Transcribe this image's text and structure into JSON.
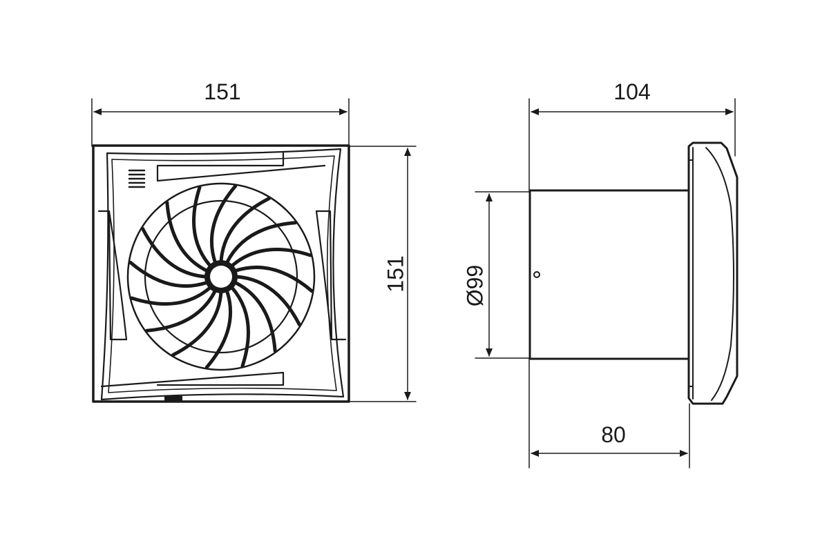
{
  "colors": {
    "ink": "#1a1a1a",
    "background": "#ffffff"
  },
  "front_view": {
    "width_label": "151",
    "height_label": "151",
    "impeller_blade_count": 16
  },
  "side_view": {
    "depth_label": "104",
    "duct_diameter_label": "Ø99",
    "duct_length_label": "80"
  }
}
